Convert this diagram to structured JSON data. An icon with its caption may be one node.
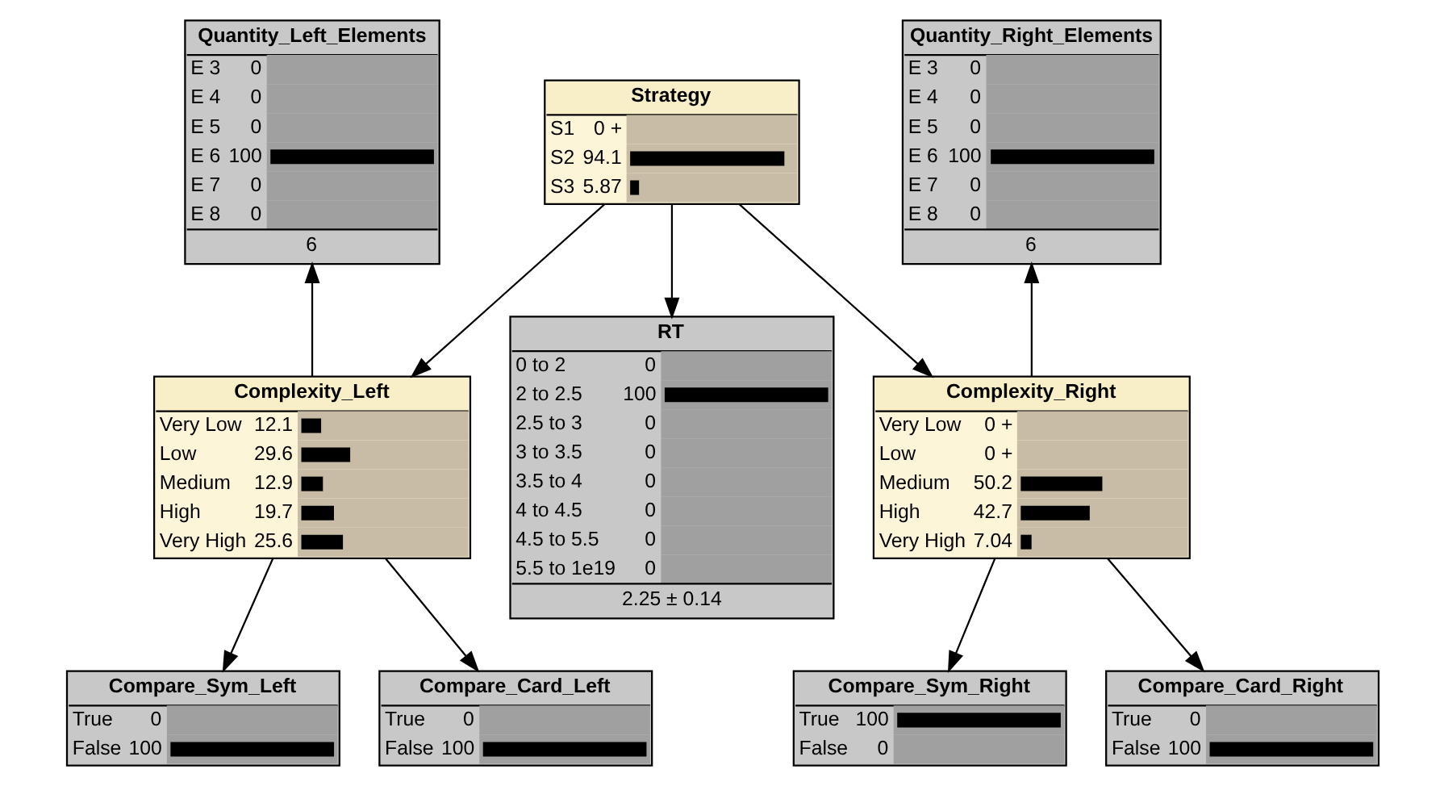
{
  "diagram": {
    "nodes": [
      {
        "text": [
          "Quantity_Left_Elements",
          "E 3",
          "0",
          "E 4",
          "0",
          "E 5",
          "0",
          "E 6",
          "100",
          "E 7",
          "0",
          "E 8",
          "0",
          "6"
        ]
      },
      {
        "text": [
          "Strategy",
          "S1",
          "0 +",
          "S2",
          "94.1",
          "S3",
          "5.87"
        ]
      },
      {
        "text": [
          "Quantity_Right_Elements",
          "E 3",
          "0",
          "E 4",
          "0",
          "E 5",
          "0",
          "E 6",
          "100",
          "E 7",
          "0",
          "E 8",
          "0",
          "6"
        ]
      },
      {
        "text": [
          "Complexity_Left",
          "Very Low",
          "12.1",
          "Low",
          "29.6",
          "Medium",
          "12.9",
          "High",
          "19.7",
          "Very High",
          "25.6"
        ]
      },
      {
        "text": [
          "RT",
          "0 to 2",
          "0",
          "2 to 2.5",
          "100",
          "2.5 to 3",
          "0",
          "3 to 3.5",
          "0",
          "3.5 to 4",
          "0",
          "4 to 4.5",
          "0",
          "4.5 to 5.5",
          "0",
          "5.5 to 1e19",
          "0",
          "2.25 ± 0.14"
        ]
      },
      {
        "text": [
          "Complexity_Right",
          "Very Low",
          "0 +",
          "Low",
          "0 +",
          "Medium",
          "50.2",
          "High",
          "42.7",
          "Very High",
          "7.04"
        ]
      },
      {
        "text": [
          "Compare_Sym_Left",
          "True",
          "0",
          "False",
          "100"
        ]
      },
      {
        "text": [
          "Compare_Card_Left",
          "True",
          "0",
          "False",
          "100"
        ]
      },
      {
        "text": [
          "Compare_Sym_Right",
          "True",
          "100",
          "False",
          "0"
        ]
      },
      {
        "text": [
          "Compare_Card_Right",
          "True",
          "0",
          "False",
          "100"
        ]
      }
    ],
    "edges": [
      {
        "from": 1,
        "to": 3,
        "arrow": "to"
      },
      {
        "from": 1,
        "to": 4,
        "arrow": "to"
      },
      {
        "from": 1,
        "to": 5,
        "arrow": "to"
      },
      {
        "from": 3,
        "to": 0,
        "arrow": "to"
      },
      {
        "from": 5,
        "to": 2,
        "arrow": "to"
      },
      {
        "from": 3,
        "to": 6,
        "arrow": "to"
      },
      {
        "from": 3,
        "to": 7,
        "arrow": "to"
      },
      {
        "from": 5,
        "to": 8,
        "arrow": "to"
      },
      {
        "from": 5,
        "to": 9,
        "arrow": "to"
      }
    ]
  }
}
